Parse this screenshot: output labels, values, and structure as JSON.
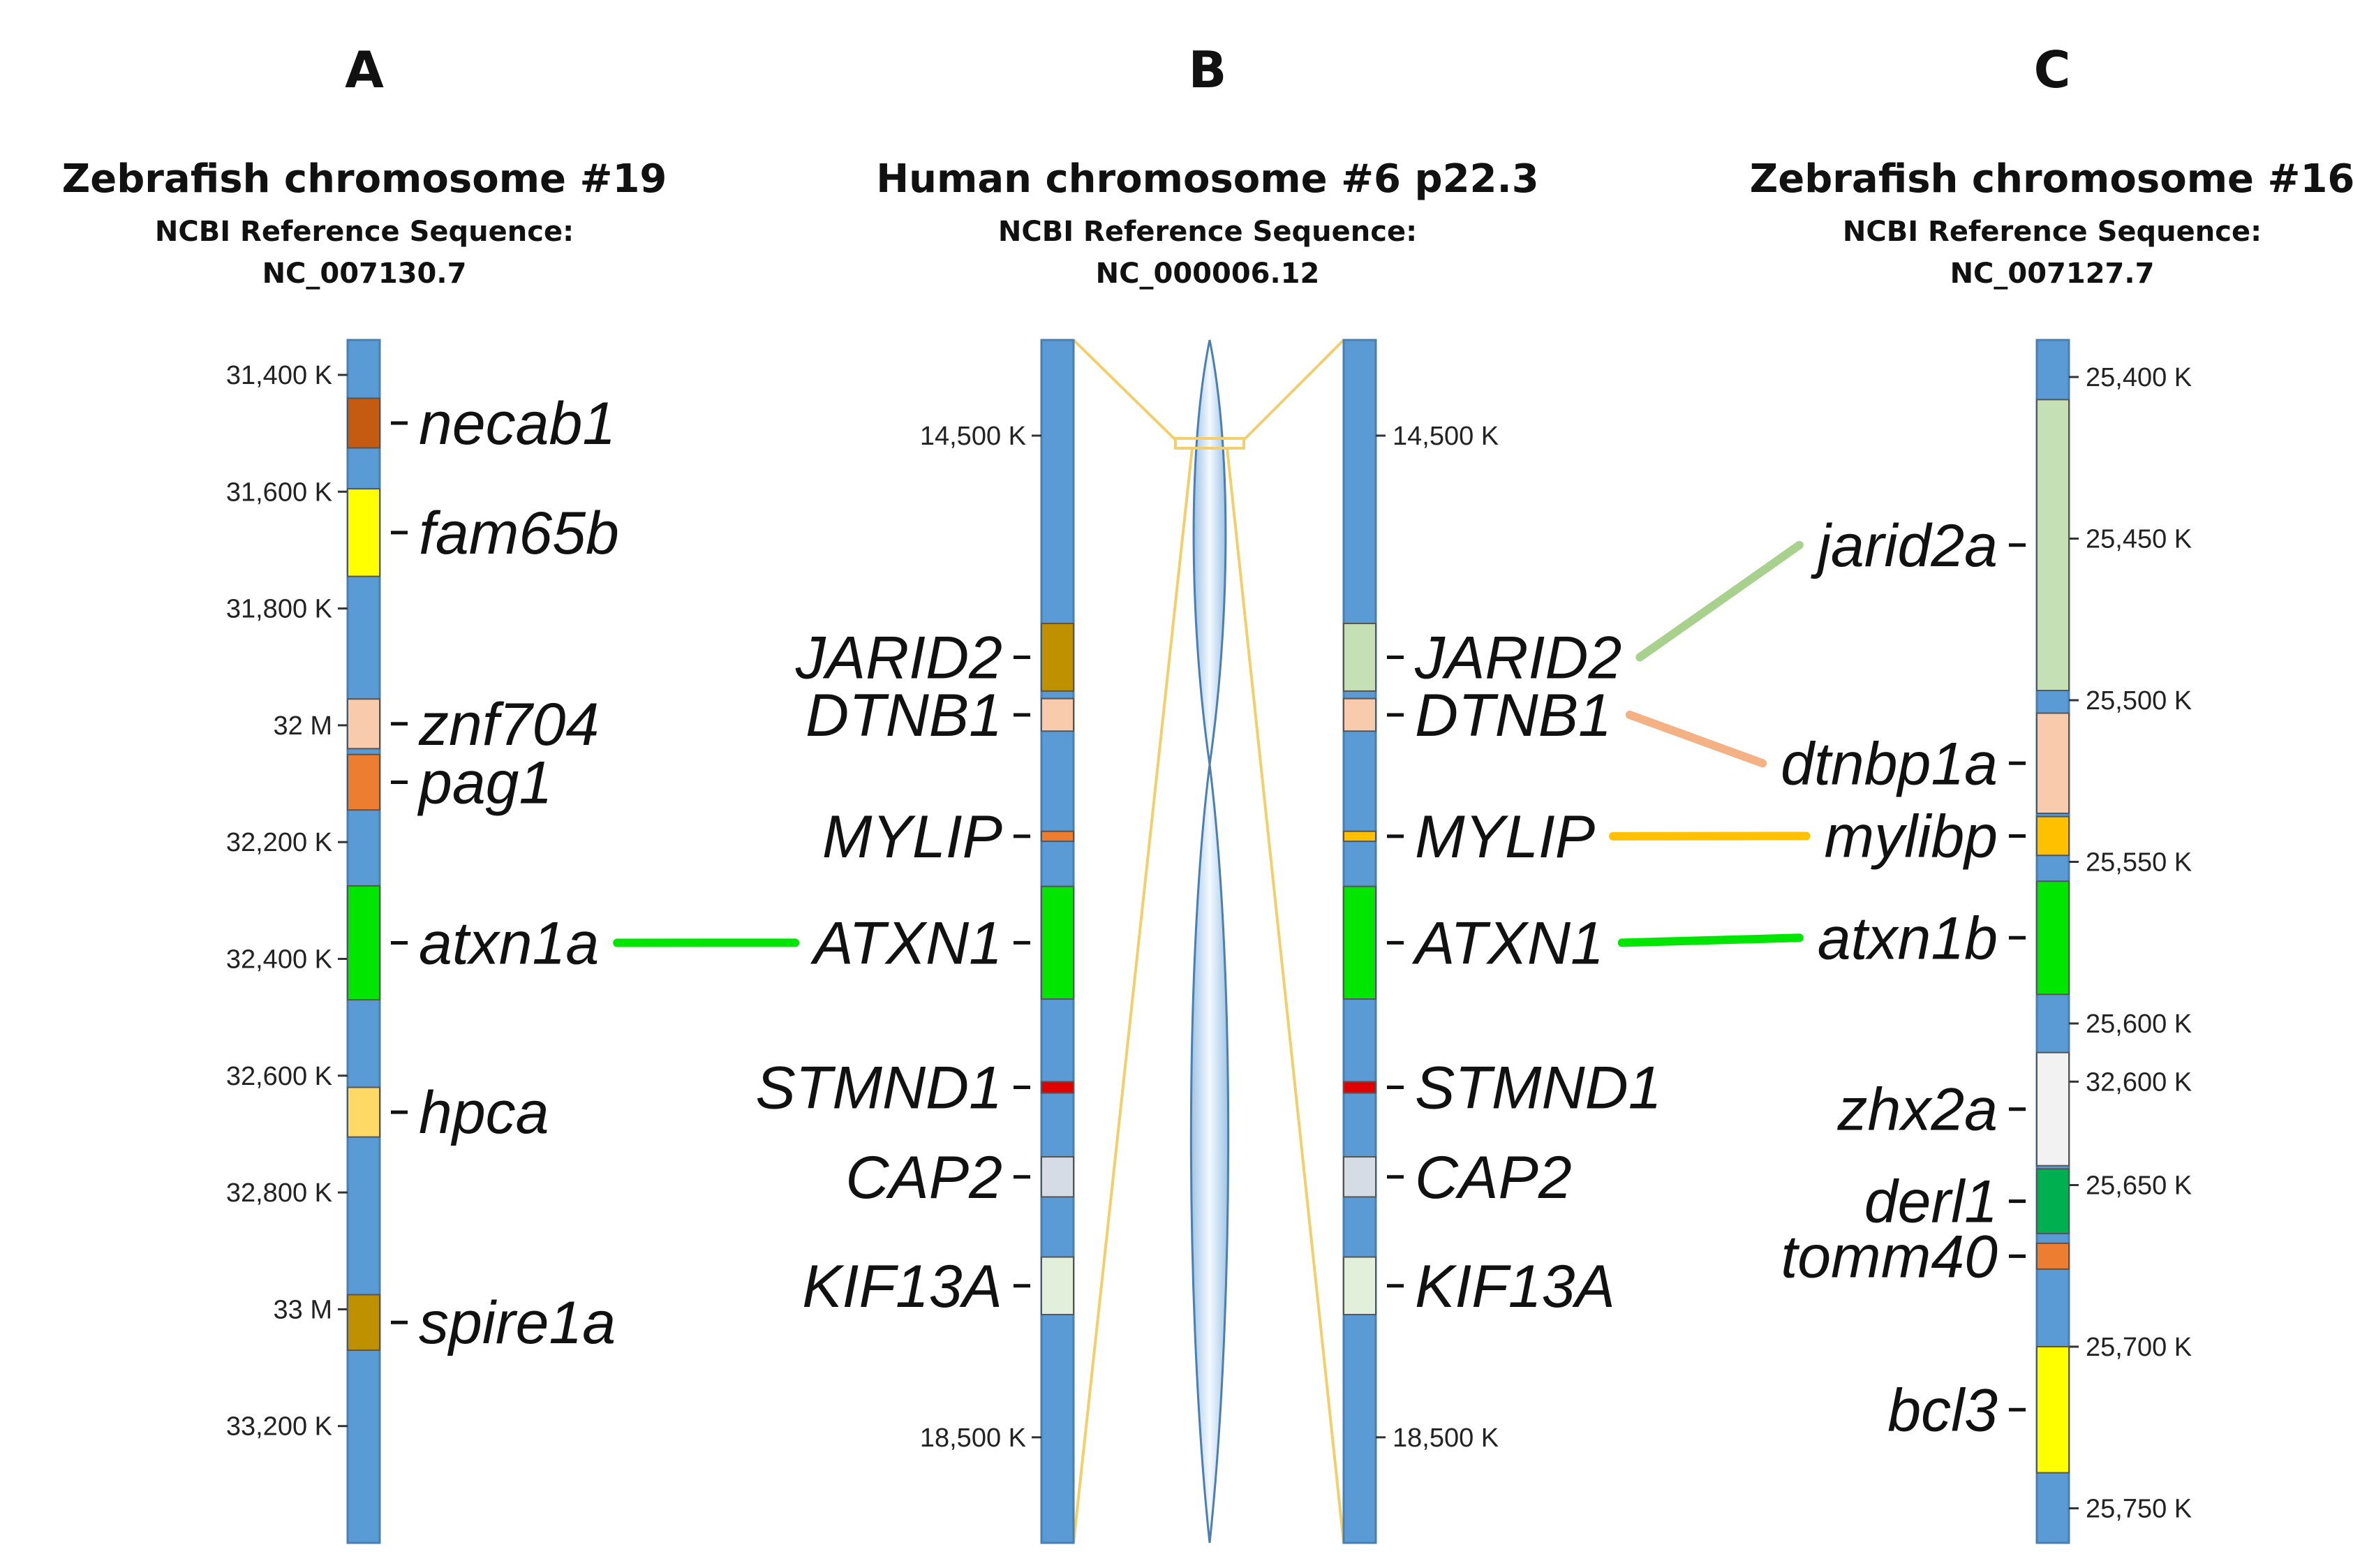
{
  "panels": [
    {
      "letter": "A",
      "title": "Zebrafish chromosome #19",
      "ref_label": "NCBI Reference Sequence:",
      "ref_id": "NC_007130.7",
      "ticks": [
        {
          "label": "31,400 K",
          "pos": 31400
        },
        {
          "label": "31,600 K",
          "pos": 31600
        },
        {
          "label": "31,800 K",
          "pos": 31800
        },
        {
          "label": "32 M",
          "pos": 32000
        },
        {
          "label": "32,200 K",
          "pos": 32200
        },
        {
          "label": "32,400 K",
          "pos": 32400
        },
        {
          "label": "32,600 K",
          "pos": 32600
        },
        {
          "label": "32,800 K",
          "pos": 32800
        },
        {
          "label": "33 M",
          "pos": 33000
        },
        {
          "label": "33,200 K",
          "pos": 33200
        }
      ],
      "genes": [
        {
          "name": "necab1",
          "start": 31440,
          "end": 31525,
          "color": "#c55a11"
        },
        {
          "name": "fam65b",
          "start": 31595,
          "end": 31745,
          "color": "#ffff00"
        },
        {
          "name": "znf704",
          "start": 31955,
          "end": 32040,
          "color": "#f8cbad"
        },
        {
          "name": "pag1",
          "start": 32050,
          "end": 32145,
          "color": "#ed7d31"
        },
        {
          "name": "atxn1a",
          "start": 32275,
          "end": 32470,
          "color": "#00e600"
        },
        {
          "name": "hpca",
          "start": 32620,
          "end": 32705,
          "color": "#ffd966"
        },
        {
          "name": "spire1a",
          "start": 32975,
          "end": 33070,
          "color": "#bf9000"
        }
      ]
    },
    {
      "letter": "B",
      "title": "Human chromosome #6 p22.3",
      "ref_label": "NCBI Reference Sequence:",
      "ref_id": "NC_000006.12",
      "ticks": [
        {
          "label": "14,500 K",
          "pos": 14500
        },
        {
          "label": "18,500 K",
          "pos": 18500
        }
      ],
      "genes": [
        {
          "name": "JARID2",
          "start": 15250,
          "end": 15520,
          "color": "#bf9000"
        },
        {
          "name": "DTNB1",
          "start": 15550,
          "end": 15680,
          "color": "#f8cbad"
        },
        {
          "name": "MYLIP",
          "start": 16080,
          "end": 16120,
          "color": "#ed7d31"
        },
        {
          "name": "ATXN1",
          "start": 16300,
          "end": 16750,
          "color": "#00e600"
        },
        {
          "name": "STMND1",
          "start": 17080,
          "end": 17125,
          "color": "#e00000"
        },
        {
          "name": "CAP2",
          "start": 17380,
          "end": 17540,
          "color": "#d6dce5"
        },
        {
          "name": "KIF13A",
          "start": 17780,
          "end": 18010,
          "color": "#e2efda"
        }
      ],
      "right_genes": [
        {
          "name": "JARID2",
          "start": 15250,
          "end": 15520,
          "color": "#c5e0b4"
        },
        {
          "name": "DTNB1",
          "start": 15550,
          "end": 15680,
          "color": "#f8cbad"
        },
        {
          "name": "MYLIP",
          "start": 16080,
          "end": 16120,
          "color": "#ffc000"
        },
        {
          "name": "ATXN1",
          "start": 16300,
          "end": 16750,
          "color": "#00e600"
        },
        {
          "name": "STMND1",
          "start": 17080,
          "end": 17125,
          "color": "#e00000"
        },
        {
          "name": "CAP2",
          "start": 17380,
          "end": 17540,
          "color": "#d6dce5"
        },
        {
          "name": "KIF13A",
          "start": 17780,
          "end": 18010,
          "color": "#e2efda"
        }
      ]
    },
    {
      "letter": "C",
      "title": "Zebrafish chromosome #16",
      "ref_label": "NCBI Reference Sequence:",
      "ref_id": "NC_007127.7",
      "ticks": [
        {
          "label": "25,400 K",
          "pos": 25400
        },
        {
          "label": "25,450 K",
          "pos": 25450
        },
        {
          "label": "25,500 K",
          "pos": 25500
        },
        {
          "label": "25,550 K",
          "pos": 25550
        },
        {
          "label": "25,600 K",
          "pos": 25600
        },
        {
          "label": "32,600 K",
          "pos": 25618
        },
        {
          "label": "25,650 K",
          "pos": 25650
        },
        {
          "label": "25,700 K",
          "pos": 25700
        },
        {
          "label": "25,750 K",
          "pos": 25750
        }
      ],
      "genes": [
        {
          "name": "jarid2a",
          "start": 25407,
          "end": 25497,
          "color": "#c5e0b4"
        },
        {
          "name": "dtnbp1a",
          "start": 25504,
          "end": 25535,
          "color": "#f8cbad"
        },
        {
          "name": "mylibp",
          "start": 25536,
          "end": 25548,
          "color": "#ffc000"
        },
        {
          "name": "atxn1b",
          "start": 25556,
          "end": 25591,
          "color": "#00e600"
        },
        {
          "name": "zhx2a",
          "start": 25609,
          "end": 25644,
          "color": "#f2f2f2"
        },
        {
          "name": "derl1",
          "start": 25645,
          "end": 25665,
          "color": "#00b050"
        },
        {
          "name": "tomm40",
          "start": 25668,
          "end": 25676,
          "color": "#ed7d31"
        },
        {
          "name": "bcl3",
          "start": 25700,
          "end": 25739,
          "color": "#ffff00"
        }
      ]
    }
  ],
  "connectors": [
    {
      "from": "A:atxn1a",
      "to": "B:ATXN1",
      "color": "#00e600"
    },
    {
      "from": "B:JARID2",
      "to": "C:jarid2a",
      "color": "#a9d18e"
    },
    {
      "from": "B:DTNB1",
      "to": "C:dtnbp1a",
      "color": "#f4b183"
    },
    {
      "from": "B:MYLIP",
      "to": "C:mylibp",
      "color": "#ffc000"
    },
    {
      "from": "B:ATXN1",
      "to": "C:atxn1b",
      "color": "#00e600"
    }
  ],
  "colors": {
    "chromosome": "#5b9bd5",
    "zoom_lines": "#f2cf6a",
    "ideogram": "#bdd7ee"
  }
}
